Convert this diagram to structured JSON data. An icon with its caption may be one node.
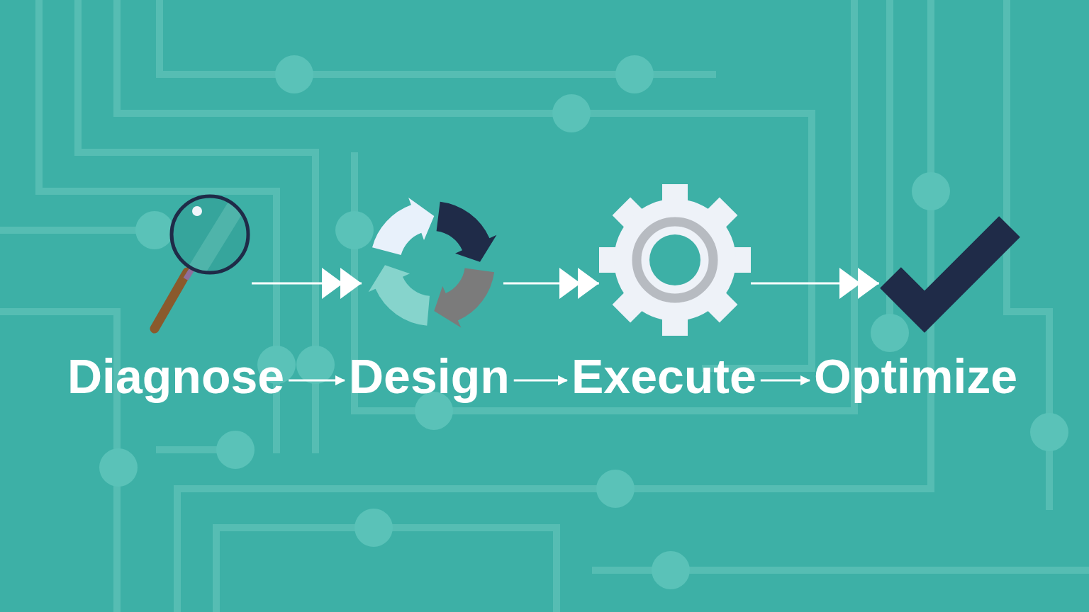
{
  "diagram": {
    "nodes": [
      {
        "text": [],
        "shape": "picture"
      },
      {
        "text": [],
        "shape": "picture"
      },
      {
        "text": [],
        "shape": "picture"
      },
      {
        "text": [],
        "shape": "picture"
      },
      {
        "text": [
          "Diagnose"
        ]
      },
      {
        "text": [
          "Design"
        ]
      },
      {
        "text": [
          "Execute"
        ]
      },
      {
        "text": [
          "Optimize"
        ]
      }
    ],
    "edges": [
      {
        "from": 0,
        "to": 1,
        "arrow": "to"
      },
      {
        "from": 1,
        "to": 2,
        "arrow": "to"
      },
      {
        "from": 2,
        "to": 3,
        "arrow": "to"
      },
      {
        "from": 4,
        "to": 5,
        "arrow": "to"
      },
      {
        "from": 5,
        "to": 6,
        "arrow": "to"
      },
      {
        "from": 6,
        "to": 7,
        "arrow": "to"
      }
    ]
  }
}
